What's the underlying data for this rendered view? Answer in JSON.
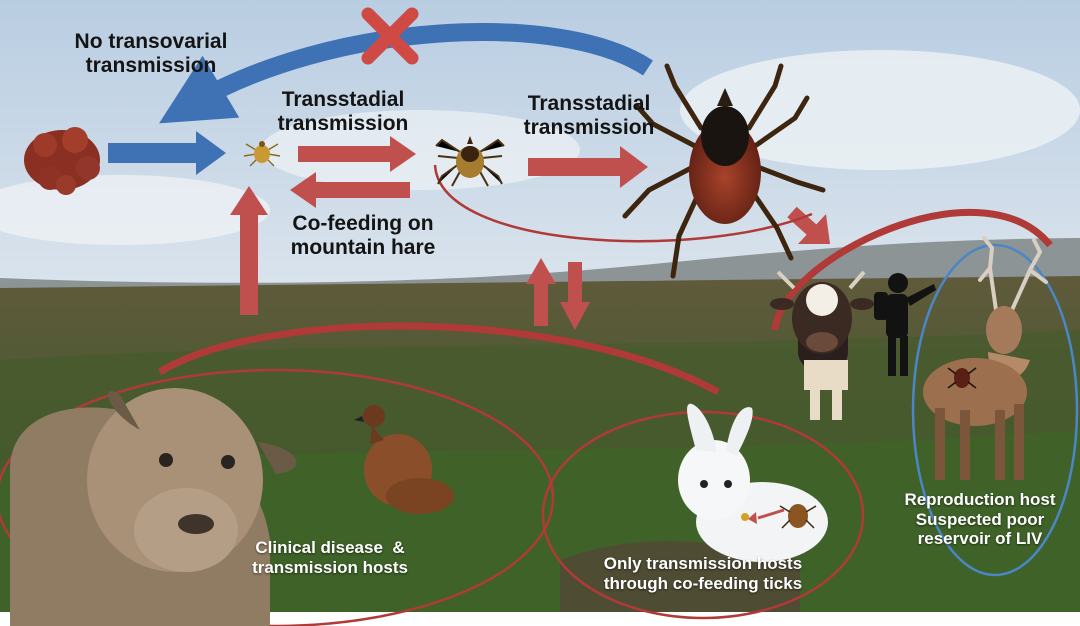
{
  "labels": {
    "no_transovarial": [
      "No transovarial",
      "transmission"
    ],
    "transstadial_1": [
      "Transstadial",
      "transmission"
    ],
    "transstadial_2": [
      "Transstadial",
      "transmission"
    ],
    "cofeeding": [
      "Co-feeding on",
      "mountain hare"
    ],
    "clinical": [
      "Clinical disease  &",
      "transmission hosts"
    ],
    "only_transmission": [
      "Only transmission hosts",
      "through co-feeding ticks"
    ],
    "reproduction": [
      "Reproduction host",
      "Suspected poor",
      "reservoir of LIV"
    ]
  },
  "colors": {
    "blue_arrow": "#3f72b4",
    "red_arrow": "#c0504d",
    "ellipse_red": "#b03a38",
    "ellipse_blue": "#4b86c6",
    "cross": "#cf4a45"
  },
  "icons": {
    "egg_mass": "tick-eggs-icon",
    "larva": "tick-larva-icon",
    "nymph": "tick-nymph-icon",
    "adult": "adult-tick-icon",
    "sheep": "sheep-icon",
    "grouse": "red-grouse-icon",
    "hare": "mountain-hare-icon",
    "cow": "cow-icon",
    "hiker": "hiker-silhouette-icon",
    "deer": "red-deer-icon"
  }
}
